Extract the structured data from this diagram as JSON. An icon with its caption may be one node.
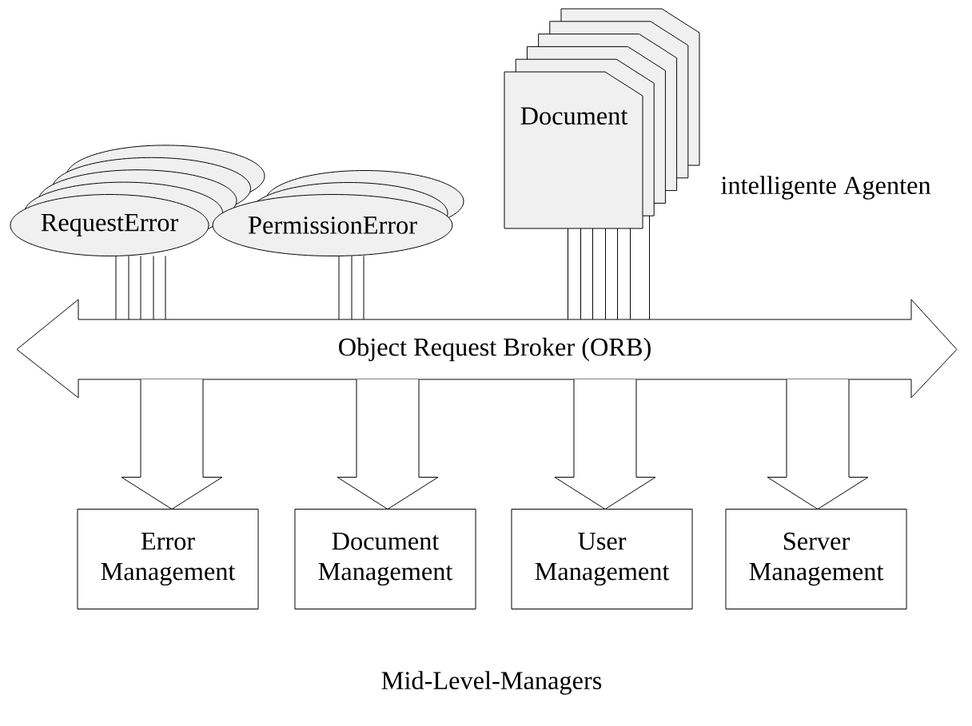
{
  "diagram": {
    "nodes": [
      {
        "text": [
          "RequestError"
        ]
      },
      {
        "text": [
          "PermissionError"
        ]
      },
      {
        "text": [
          "Document"
        ]
      },
      {
        "text": [
          "Object Request Broker (ORB)"
        ]
      },
      {
        "text": [
          "Error Management"
        ]
      },
      {
        "text": [
          "Document Management"
        ]
      },
      {
        "text": [
          "User Management"
        ]
      },
      {
        "text": [
          "Server Management"
        ]
      }
    ],
    "edges": [
      {
        "from": 0,
        "to": 3,
        "arrow": "none"
      },
      {
        "from": 0,
        "to": 3,
        "arrow": "none"
      },
      {
        "from": 0,
        "to": 3,
        "arrow": "none"
      },
      {
        "from": 0,
        "to": 3,
        "arrow": "none"
      },
      {
        "from": 0,
        "to": 3,
        "arrow": "none"
      },
      {
        "from": 1,
        "to": 3,
        "arrow": "none"
      },
      {
        "from": 1,
        "to": 3,
        "arrow": "none"
      },
      {
        "from": 1,
        "to": 3,
        "arrow": "none"
      },
      {
        "from": 2,
        "to": 3,
        "arrow": "none"
      },
      {
        "from": 2,
        "to": 3,
        "arrow": "none"
      },
      {
        "from": 2,
        "to": 3,
        "arrow": "none"
      },
      {
        "from": 2,
        "to": 3,
        "arrow": "none"
      },
      {
        "from": 2,
        "to": 3,
        "arrow": "none"
      },
      {
        "from": 2,
        "to": 3,
        "arrow": "none"
      },
      {
        "from": 2,
        "to": 3,
        "arrow": "none"
      },
      {
        "from": 3,
        "to": 4,
        "arrow": "to"
      },
      {
        "from": 3,
        "to": 5,
        "arrow": "to"
      },
      {
        "from": 3,
        "to": 6,
        "arrow": "to"
      },
      {
        "from": 3,
        "to": 7,
        "arrow": "to"
      }
    ],
    "labels": [
      "intelligente Agenten",
      "Mid-Level-Managers"
    ]
  }
}
